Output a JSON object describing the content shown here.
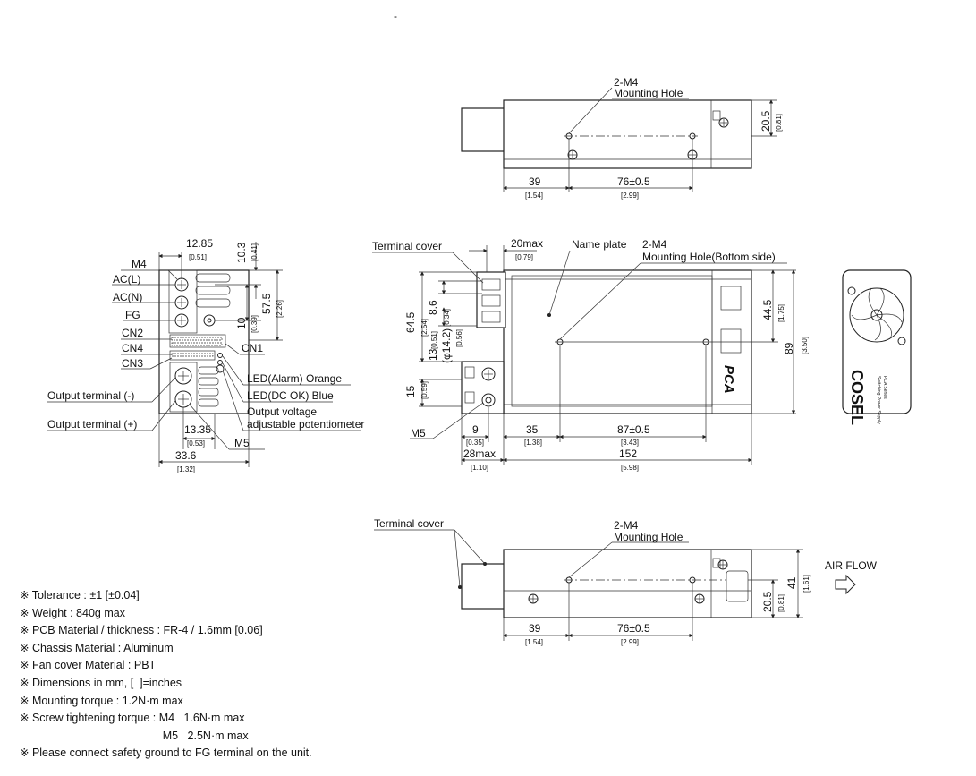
{
  "top_mark": "-",
  "top_view": {
    "hole_label": "2-M4",
    "hole_desc": "Mounting Hole",
    "dim_h": "20.5",
    "dim_h_in": "[0.81]",
    "dim_a": "39",
    "dim_a_in": "[1.54]",
    "dim_b": "76±0.5",
    "dim_b_in": "[2.99]"
  },
  "left_view": {
    "dim_w1": "12.85",
    "dim_w1_in": "[0.51]",
    "dim_t": "10.3",
    "dim_t_in": "[0.41]",
    "dim_h10": "10",
    "dim_h10_in": "[0.39]",
    "dim_h57": "57.5",
    "dim_h57_in": "[2.26]",
    "dim_w13": "13.35",
    "dim_w13_in": "[0.53]",
    "dim_w33": "33.6",
    "dim_w33_in": "[1.32]",
    "labels": {
      "m4": "M4",
      "acl": "AC(L)",
      "acn": "AC(N)",
      "fg": "FG",
      "cn2": "CN2",
      "cn4": "CN4",
      "cn3": "CN3",
      "cn1": "CN1",
      "led_alarm": "LED(Alarm) Orange",
      "led_dc": "LED(DC OK) Blue",
      "out_vol1": "Output voltage",
      "out_vol2": "adjustable potentiometer",
      "out_minus": "Output terminal (-)",
      "out_plus": "Output terminal (+)",
      "m5": "M5"
    }
  },
  "front_view": {
    "terminal_cover": "Terminal cover",
    "dim_20max": "20max",
    "dim_20max_in": "[0.79]",
    "name_plate": "Name plate",
    "hole_label": "2-M4",
    "hole_desc": "Mounting Hole(Bottom side)",
    "dim_645": "64.5",
    "dim_645_in": "[2.54]",
    "dim_86": "8.6",
    "dim_86_in": "[0.34]",
    "dim_13": "13",
    "dim_13_in": "[0.51]",
    "dim_phi": "(φ14.2)",
    "dim_phi_in": "[0.56]",
    "dim_15": "15",
    "dim_15_in": "[0.59]",
    "dim_445": "44.5",
    "dim_445_in": "[1.75]",
    "dim_89": "89",
    "dim_89_in": "[3.50]",
    "m5": "M5",
    "dim_9": "9",
    "dim_9_in": "[0.35]",
    "dim_35": "35",
    "dim_35_in": "[1.38]",
    "dim_87": "87±0.5",
    "dim_87_in": "[3.43]",
    "dim_28max": "28max",
    "dim_28max_in": "[1.10]",
    "dim_152": "152",
    "dim_152_in": "[5.98]",
    "model_text": "PCA"
  },
  "right_view": {
    "brand": "COSEL",
    "small_text1": "Switching Power Supply",
    "small_text2": "PCA Series"
  },
  "bottom_view": {
    "terminal_cover": "Terminal cover",
    "hole_label": "2-M4",
    "hole_desc": "Mounting Hole",
    "dim_41": "41",
    "dim_41_in": "[1.61]",
    "dim_205": "20.5",
    "dim_205_in": "[0.81]",
    "dim_a": "39",
    "dim_a_in": "[1.54]",
    "dim_b": "76±0.5",
    "dim_b_in": "[2.99]",
    "air_flow": "AIR FLOW"
  },
  "notes": [
    "※ Tolerance : ±1 [±0.04]",
    "※ Weight : 840g max",
    "※ PCB Material / thickness : FR-4 / 1.6mm [0.06]",
    "※ Chassis Material : Aluminum",
    "※ Fan cover Material : PBT",
    "※ Dimensions in mm, [  ]=inches",
    "※ Mounting torque : 1.2N·m max",
    "※ Screw tightening torque : M4   1.6N·m max",
    "                                              M5   2.5N·m max",
    "※ Please connect safety ground to FG terminal on the unit."
  ]
}
